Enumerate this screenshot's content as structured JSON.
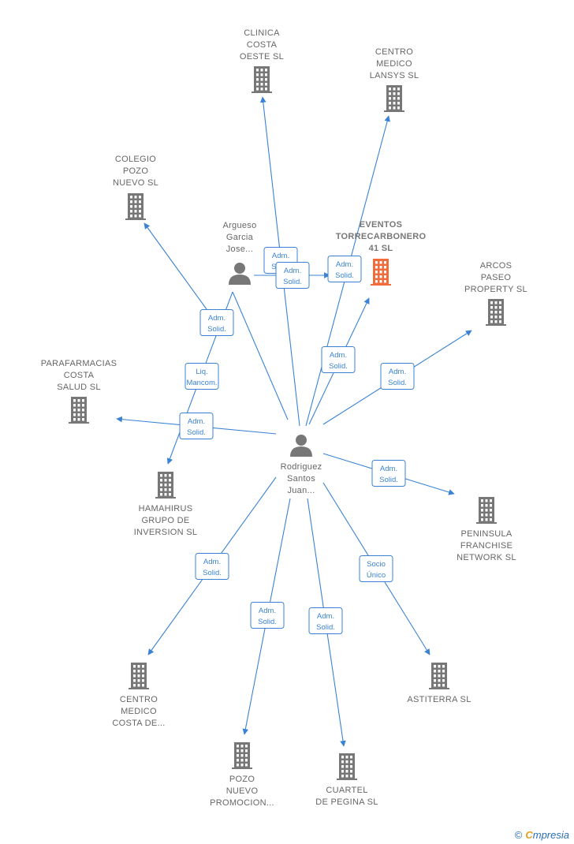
{
  "companies": [
    {
      "id": "clinica",
      "lines": [
        "CLINICA",
        "COSTA",
        "OESTE SL"
      ],
      "color": "#777777"
    },
    {
      "id": "centro_lansys",
      "lines": [
        "CENTRO",
        "MEDICO",
        "LANSYS  SL"
      ],
      "color": "#777777"
    },
    {
      "id": "colegio",
      "lines": [
        "COLEGIO",
        "POZO",
        "NUEVO  SL"
      ],
      "color": "#777777"
    },
    {
      "id": "eventos",
      "lines": [
        "EVENTOS",
        "TORRECARBONERO",
        "41  SL"
      ],
      "color": "#f26b3a",
      "focus": true
    },
    {
      "id": "arcos",
      "lines": [
        "ARCOS",
        "PASEO",
        "PROPERTY  SL"
      ],
      "color": "#777777"
    },
    {
      "id": "parafarmacias",
      "lines": [
        "PARAFARMACIAS",
        "COSTA",
        "SALUD  SL"
      ],
      "color": "#777777"
    },
    {
      "id": "hamahirus",
      "lines": [
        "HAMAHIRUS",
        "GRUPO DE",
        "INVERSION SL"
      ],
      "color": "#777777"
    },
    {
      "id": "peninsula",
      "lines": [
        "PENINSULA",
        "FRANCHISE",
        "NETWORK  SL"
      ],
      "color": "#777777"
    },
    {
      "id": "centro_costa",
      "lines": [
        "CENTRO",
        "MEDICO",
        "COSTA DE..."
      ],
      "color": "#777777"
    },
    {
      "id": "astiterra",
      "lines": [
        "ASTITERRA SL"
      ],
      "color": "#777777"
    },
    {
      "id": "pozo",
      "lines": [
        "POZO",
        "NUEVO",
        "PROMOCION..."
      ],
      "color": "#777777"
    },
    {
      "id": "cuartel",
      "lines": [
        "CUARTEL",
        "DE PEGINA  SL"
      ],
      "color": "#777777"
    }
  ],
  "people": [
    {
      "id": "argueso",
      "lines": [
        "Argueso",
        "Garcia",
        "Jose..."
      ]
    },
    {
      "id": "rodriguez",
      "lines": [
        "Rodriguez",
        "Santos",
        "Juan..."
      ]
    }
  ],
  "relations": [
    {
      "from": "rodriguez",
      "to": "clinica",
      "label": [
        "Adm.",
        "Solid."
      ]
    },
    {
      "from": "rodriguez",
      "to": "centro_lansys",
      "label": [
        "Adm.",
        "Solid."
      ]
    },
    {
      "from": "argueso",
      "to": "colegio",
      "label": [
        "Adm.",
        "Solid."
      ]
    },
    {
      "from": "argueso",
      "to": "eventos",
      "label": [
        "Adm.",
        "Solid."
      ]
    },
    {
      "from": "rodriguez",
      "to": "eventos",
      "label": [
        "Adm.",
        "Solid."
      ]
    },
    {
      "from": "rodriguez",
      "to": "arcos",
      "label": [
        "Adm.",
        "Solid."
      ]
    },
    {
      "from": "rodriguez",
      "to": "parafarmacias",
      "label": [
        "Adm.",
        "Solid."
      ]
    },
    {
      "from": "argueso",
      "to": "hamahirus",
      "label": [
        "Liq.",
        "Mancom."
      ]
    },
    {
      "from": "rodriguez",
      "to": "peninsula",
      "label": [
        "Adm.",
        "Solid."
      ]
    },
    {
      "from": "rodriguez",
      "to": "centro_costa",
      "label": [
        "Adm.",
        "Solid."
      ]
    },
    {
      "from": "rodriguez",
      "to": "astiterra",
      "label": [
        "Socio",
        "Único"
      ]
    },
    {
      "from": "rodriguez",
      "to": "pozo",
      "label": [
        "Adm.",
        "Solid."
      ]
    },
    {
      "from": "rodriguez",
      "to": "cuartel",
      "label": [
        "Adm.",
        "Solid."
      ]
    }
  ],
  "footer": {
    "copyright": "©",
    "brand_first": "C",
    "brand_rest": "mpresia"
  }
}
